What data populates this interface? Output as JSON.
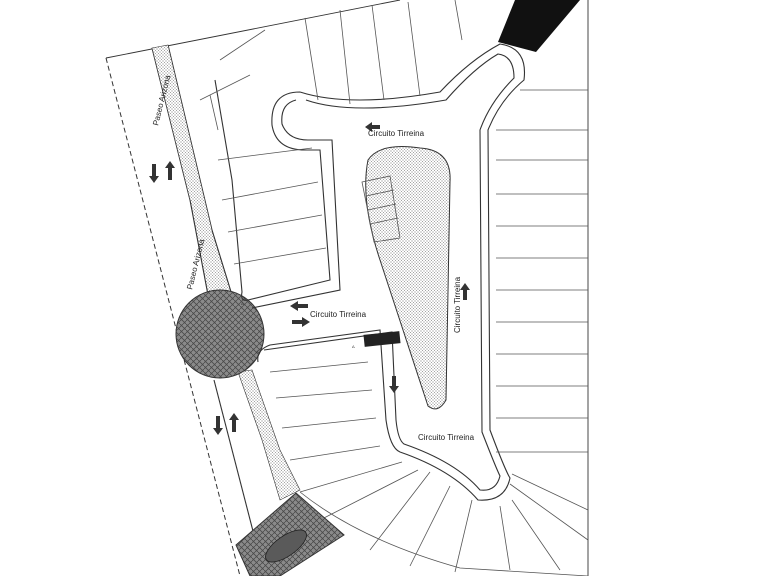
{
  "plan": {
    "streets": {
      "paseo_arizona": "Paseo Arizona",
      "circuito_tirreina": "Circuito Tirreina"
    },
    "small_marks": [
      "Δ",
      "Δ",
      "Δ"
    ],
    "colors": {
      "background": "#ffffff",
      "line": "#333333",
      "dotted_fill": "#bdbdbd",
      "paver": "#7a7a7a",
      "dark_patch": "#111111"
    },
    "one_way_arrows": [
      {
        "street": "Paseo Arizona",
        "directions": [
          "down",
          "up"
        ]
      },
      {
        "street": "Paseo Arizona",
        "directions": [
          "down",
          "up"
        ]
      },
      {
        "street": "Circuito Tirreina",
        "directions": [
          "left"
        ]
      },
      {
        "street": "Circuito Tirreina",
        "directions": [
          "left",
          "right"
        ]
      },
      {
        "street": "Circuito Tirreina",
        "directions": [
          "up"
        ]
      },
      {
        "street": "Circuito Tirreina",
        "directions": [
          "down"
        ]
      }
    ]
  }
}
